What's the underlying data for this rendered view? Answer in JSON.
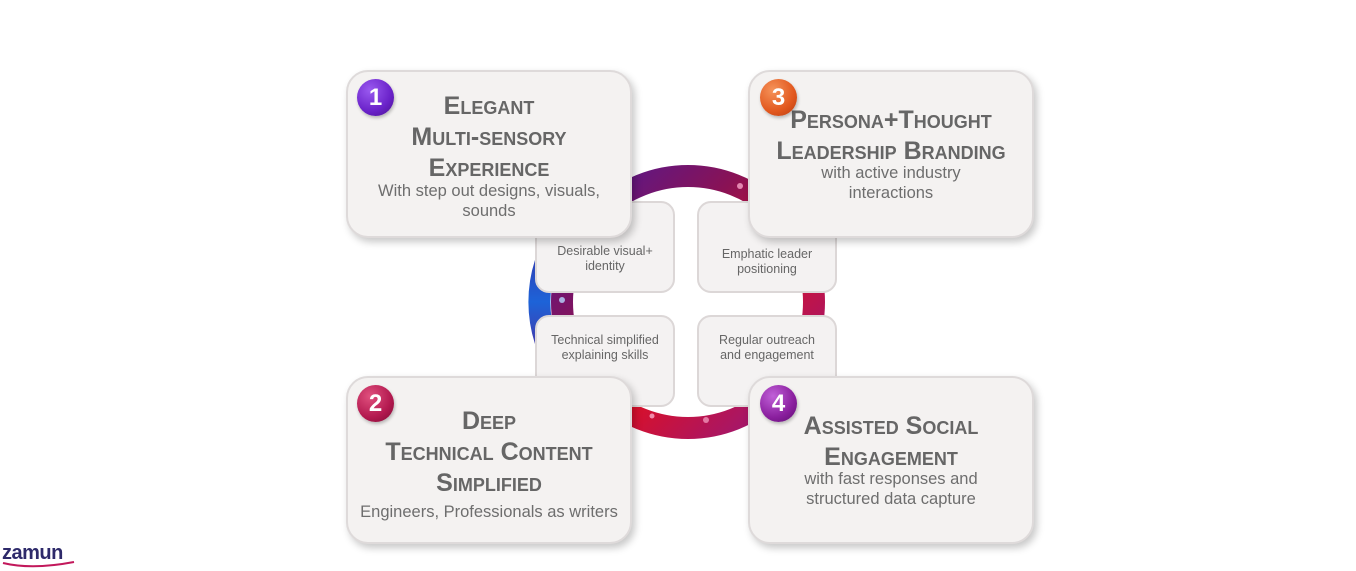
{
  "colors": {
    "badge_1": "#6a22c9",
    "badge_2": "#b3194f",
    "badge_3": "#e2581e",
    "badge_4": "#8a1f9e",
    "ring_top": "#8a1254",
    "ring_right": "#d8102a",
    "ring_left": "#1d63d8"
  },
  "cards": [
    {
      "number": "1",
      "title": "Elegant\nMulti-sensory\nExperience",
      "subtitle": "With step out designs, visuals,\nsounds"
    },
    {
      "number": "2",
      "title": "Deep\nTechnical Content\nSimplified",
      "subtitle": "Engineers, Professionals as writers"
    },
    {
      "number": "3",
      "title": "Persona+Thought\nLeadership Branding",
      "subtitle": "with active industry\ninteractions"
    },
    {
      "number": "4",
      "title": "Assisted Social\nEngagement",
      "subtitle": "with fast responses and\nstructured data capture"
    }
  ],
  "inner_boxes": [
    {
      "text": "Desirable visual+ identity"
    },
    {
      "text": "Emphatic leader positioning"
    },
    {
      "text": "Technical simplified explaining skills"
    },
    {
      "text": "Regular outreach and engagement"
    }
  ],
  "logo": {
    "text": "zamun"
  }
}
